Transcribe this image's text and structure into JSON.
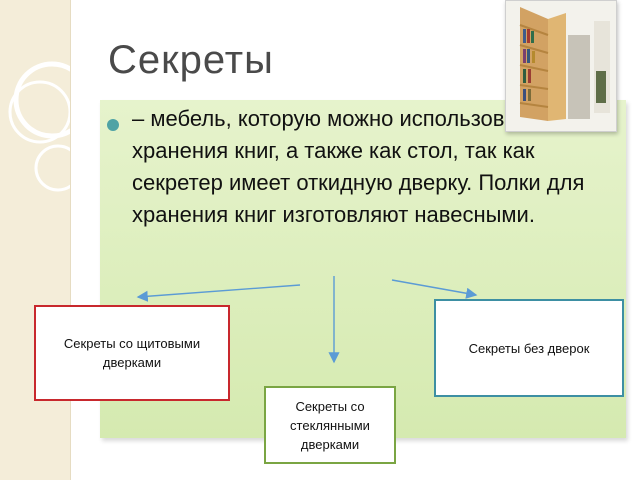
{
  "slide": {
    "title": "Секреты",
    "body": "– мебель, которую можно использовать для хранения книг, а также как стол, так как секретер имеет откидную дверку. Полки для хранения книг изготовляют навесными.",
    "image_subject": "bookcase-photo"
  },
  "boxes": {
    "shield_doors": "Секреты со щитовыми дверками",
    "glass_doors": "Секреты со стеклянными дверками",
    "no_doors": "Секреты без дверок"
  },
  "colors": {
    "red_border": "#c8282d",
    "green_border": "#7aa543",
    "blue_border": "#3d8fa3",
    "content_bg": "#dcedbd",
    "bullet": "#4fa3a5"
  }
}
